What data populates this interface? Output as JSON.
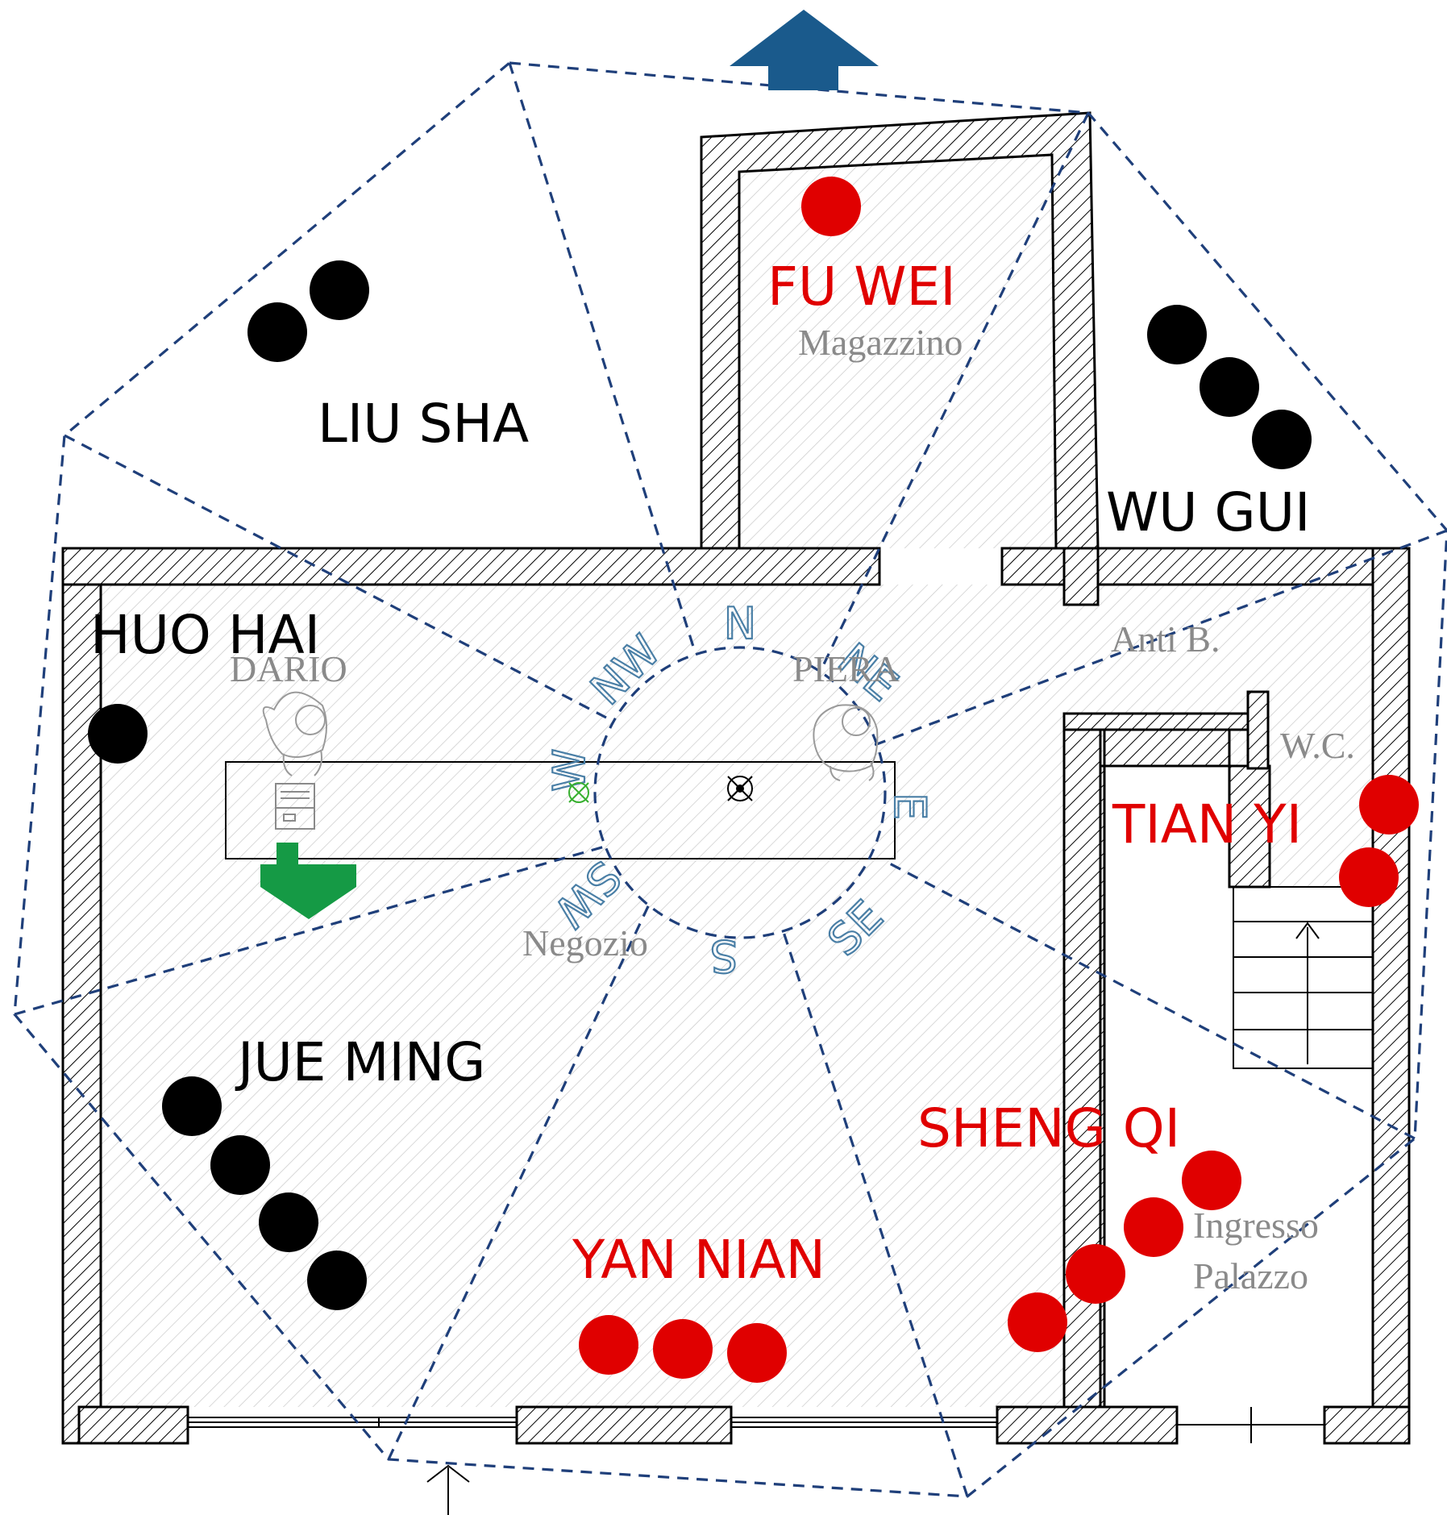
{
  "colors": {
    "auspicious": "#e00000",
    "inauspicious": "#000000",
    "grid_lines": "#1f3f7a",
    "north_arrow": "#1a5a8c",
    "entrance_arrow": "#159a45",
    "compass_letters": "#4a7fa6",
    "room_text": "#8a8a8a"
  },
  "sectors": [
    {
      "id": "fu-wei",
      "label": "FU WEI",
      "type": "auspicious",
      "dots": 1
    },
    {
      "id": "liu-sha",
      "label": "LIU SHA",
      "type": "inauspicious",
      "dots": 2
    },
    {
      "id": "wu-gui",
      "label": "WU GUI",
      "type": "inauspicious",
      "dots": 3
    },
    {
      "id": "huo-hai",
      "label": "HUO HAI",
      "type": "inauspicious",
      "dots": 1
    },
    {
      "id": "tian-yi",
      "label": "TIAN YI",
      "type": "auspicious",
      "dots": 2
    },
    {
      "id": "jue-ming",
      "label": "JUE MING",
      "type": "inauspicious",
      "dots": 4
    },
    {
      "id": "sheng-qi",
      "label": "SHENG QI",
      "type": "auspicious",
      "dots": 4
    },
    {
      "id": "yan-nian",
      "label": "YAN NIAN",
      "type": "auspicious",
      "dots": 3
    }
  ],
  "rooms": {
    "magazzino": "Magazzino",
    "anti_b": "Anti B.",
    "wc": "W.C.",
    "negozio": "Negozio",
    "ingresso_line1": "Ingresso",
    "ingresso_line2": "Palazzo"
  },
  "people": {
    "dario": "DARIO",
    "piera": "PIERA"
  },
  "compass": [
    "N",
    "NE",
    "E",
    "SE",
    "S",
    "SW",
    "W",
    "NW"
  ],
  "icons": [
    "north-arrow-icon",
    "entrance-arrow-icon",
    "person-icon",
    "cash-register-icon",
    "center-point-icon"
  ]
}
